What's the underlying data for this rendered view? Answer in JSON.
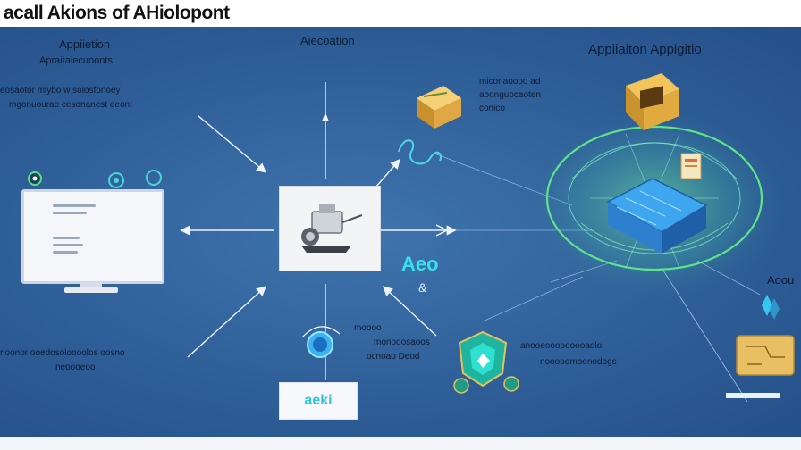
{
  "title": "acall Akions of AHiolopont",
  "labels": {
    "top_left_title": "Appiietion",
    "top_left_sub": "Apraitaiecuoonts",
    "top_center": "Aiecoation",
    "top_right": "Appiiaiton Appigitio",
    "left_note_1": "eosaotor miybo w solosfonoey",
    "left_note_2": "mgonuourae cesonanest eeont",
    "mid_note_1": "miconaoooo ad",
    "mid_note_2": "aoonguocaoten",
    "mid_note_3": "conico",
    "bottom_left_1": "noonor ooedosoloooolos oosno",
    "bottom_left_2": "neoooeoo",
    "bottom_mid_1": "moooo",
    "bottom_mid_2": "monooosaoos",
    "bottom_mid_3": "ocnoao Deod",
    "bottom_right_1": "anooeooooooooadlo",
    "bottom_right_2": "nooooomoonodogs",
    "right_edge": "Aoou",
    "code": "Aeo",
    "code_symbol": "&",
    "badge": "aeki"
  },
  "colors": {
    "background": "#2f5f98",
    "accent_cyan": "#38e0ea",
    "accent_green": "#4fe07a",
    "line": "#e8eef7"
  },
  "icons": [
    "monitor-icon",
    "camera-icon",
    "box-icon",
    "shield-icon",
    "globe-icon",
    "network-icon",
    "chip-icon",
    "server-cube-icon"
  ]
}
